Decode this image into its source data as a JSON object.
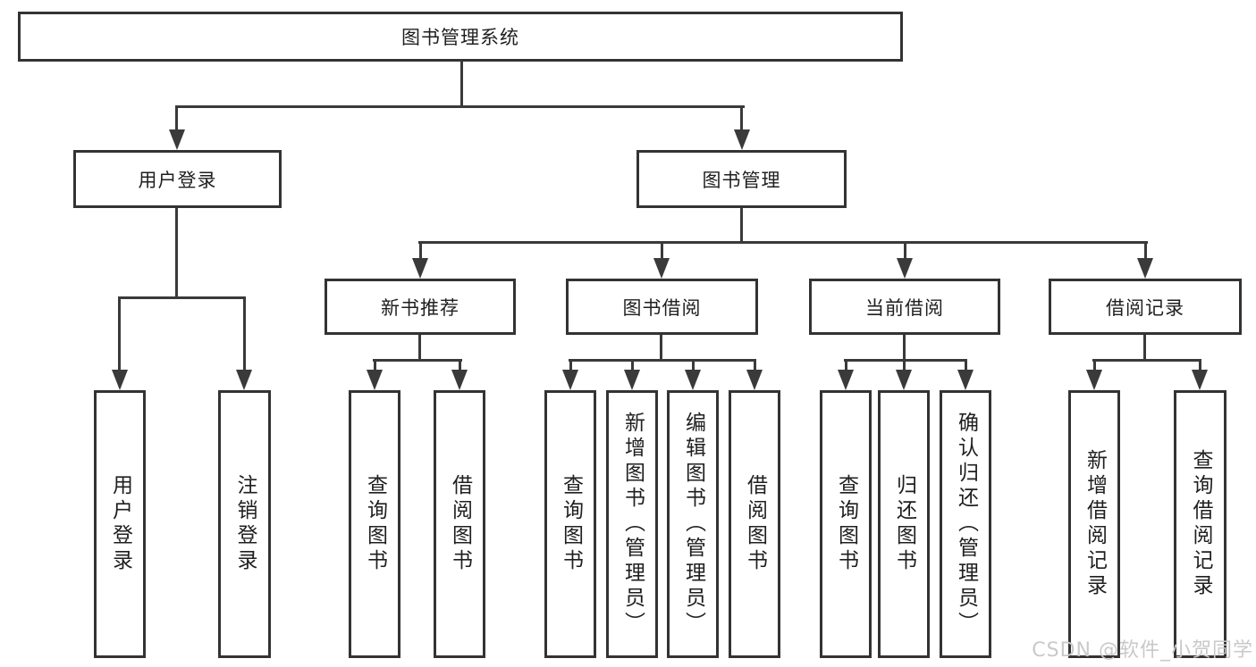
{
  "diagram": {
    "type": "hierarchy-tree",
    "colors": {
      "background": "#ffffff",
      "box_border": "#333333",
      "connector_line": "#3a3a3a",
      "text": "#1f1f1f",
      "watermark": "#c9c9c9"
    },
    "watermark": {
      "text": "CSDN @软件_小贺同学"
    },
    "nodes": {
      "root": {
        "label": "图书管理系统"
      },
      "user_login": {
        "label": "用户登录"
      },
      "book_mgmt": {
        "label": "图书管理"
      },
      "new_book_rec": {
        "label": "新书推荐"
      },
      "book_borrow": {
        "label": "图书借阅"
      },
      "current_borrow": {
        "label": "当前借阅"
      },
      "borrow_records": {
        "label": "借阅记录"
      },
      "leaves": {
        "user_login": [
          "用户登录",
          "注销登录"
        ],
        "new_book_rec": [
          "查询图书",
          "借阅图书"
        ],
        "book_borrow": [
          "查询图书",
          "新增图书（管理员）",
          "编辑图书（管理员）",
          "借阅图书"
        ],
        "current_borrow": [
          "查询图书",
          "归还图书",
          "确认归还（管理员）"
        ],
        "borrow_records": [
          "新增借阅记录",
          "查询借阅记录"
        ]
      }
    }
  }
}
